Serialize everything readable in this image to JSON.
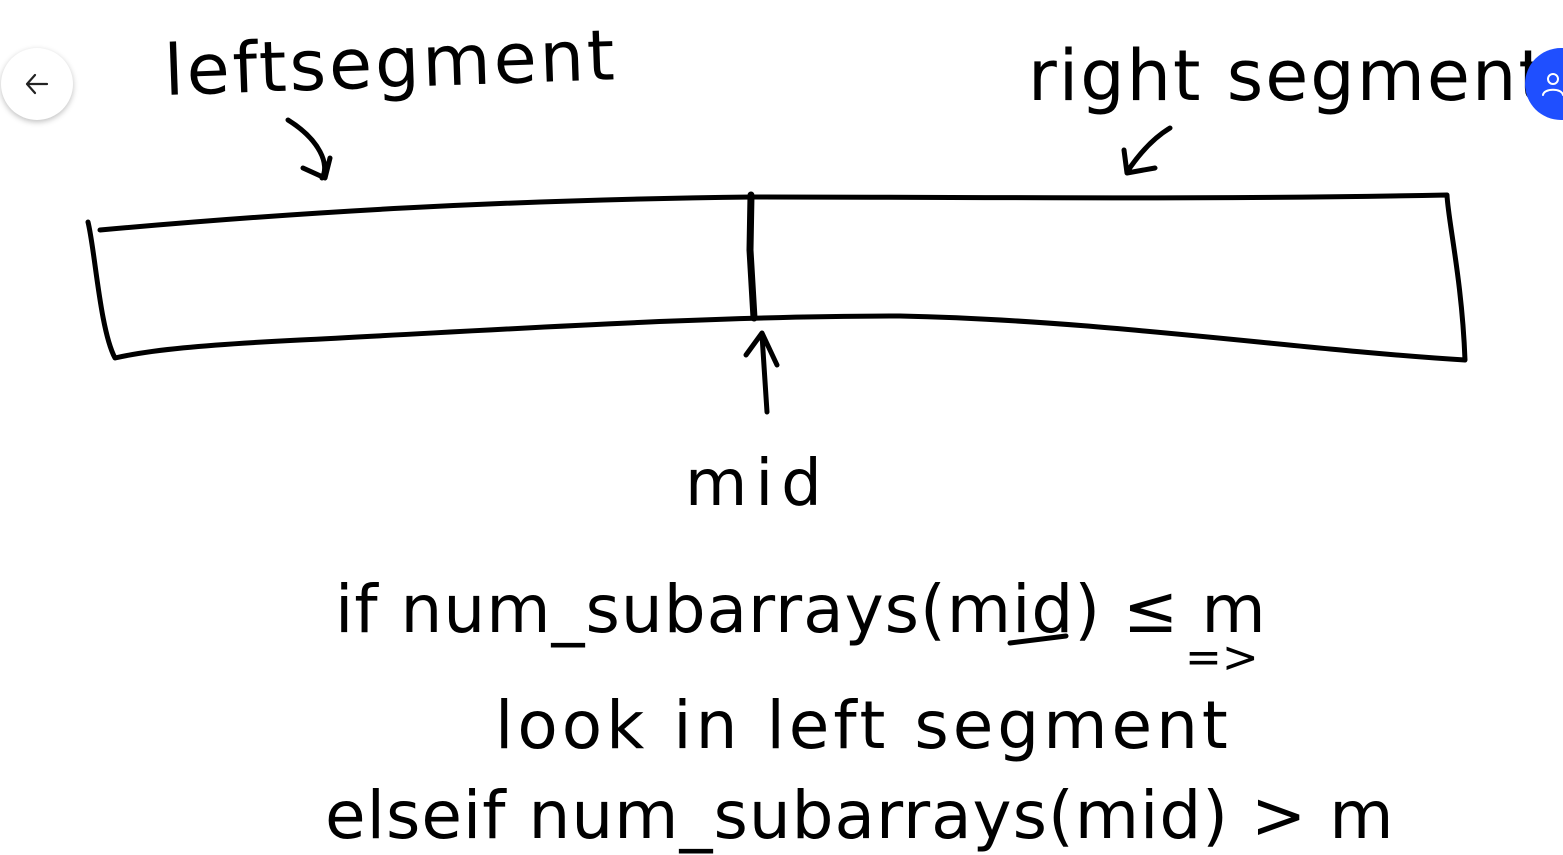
{
  "annotations": {
    "left_segment_label": "leftsegment",
    "right_segment_label": "right segment",
    "mid_label": "mid",
    "line1": "if num_subarrays(mid) ≤ m",
    "line1_arrow": "=>",
    "line2": "look in left segment",
    "line3": "elseif num_subarrays(mid) > m"
  },
  "controls": {
    "back_icon": "arrow-left-icon",
    "user_icon": "user-icon"
  },
  "colors": {
    "ink": "#000000",
    "background": "#ffffff",
    "accent": "#1f4fff"
  }
}
